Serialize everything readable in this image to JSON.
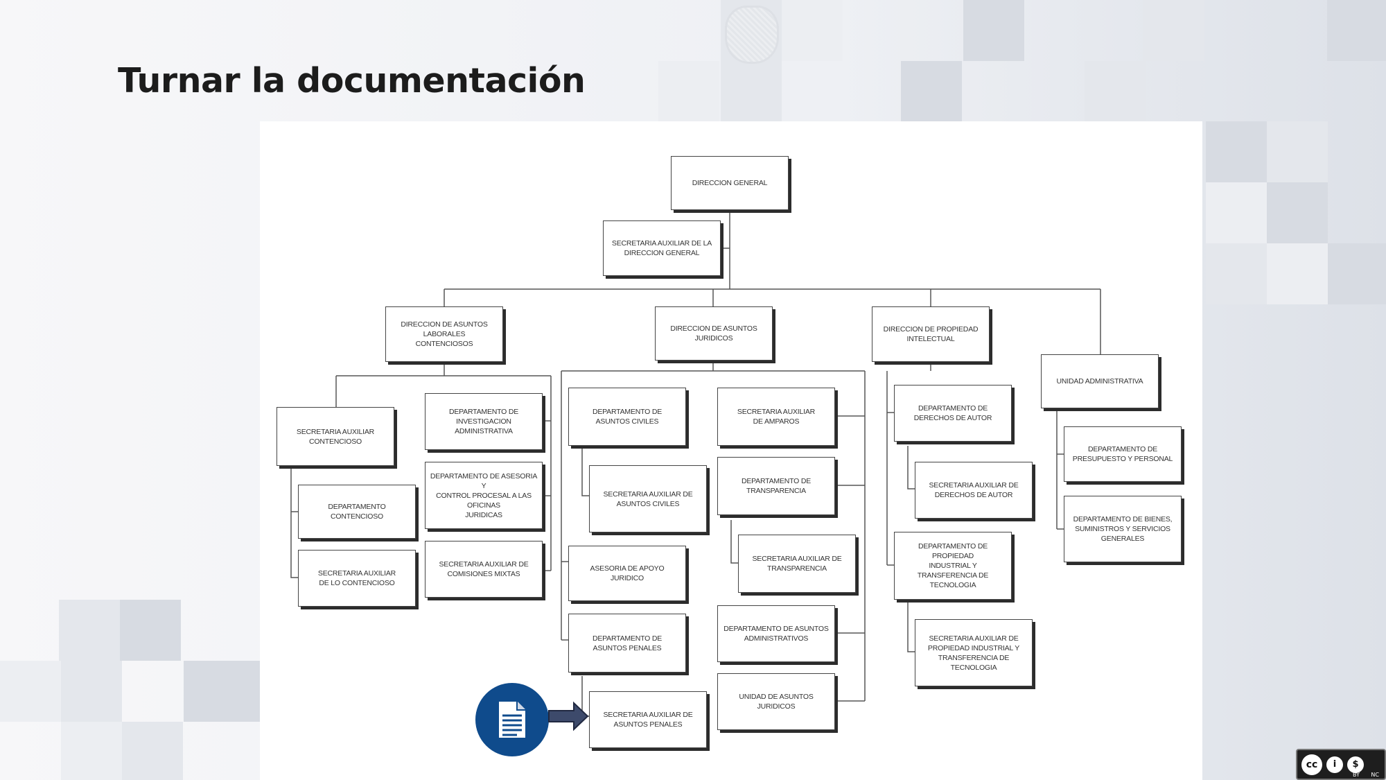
{
  "slide": {
    "title": "Turnar la documentación"
  },
  "org_chart": {
    "direccion_general": "DIRECCION GENERAL",
    "secretaria_auxiliar_direccion": "SECRETARIA AUXILIAR DE LA\nDIRECCION GENERAL",
    "dir_laborales": "DIRECCION DE ASUNTOS LABORALES\nCONTENCIOSOS",
    "dir_juridicos": "DIRECCION DE ASUNTOS JURIDICOS",
    "dir_propiedad": "DIRECCION DE PROPIEDAD\nINTELECTUAL",
    "unidad_administrativa": "UNIDAD ADMINISTRATIVA",
    "sec_aux_contencioso": "SECRETARIA AUXILIAR\nCONTENCIOSO",
    "depto_contencioso": "DEPARTAMENTO CONTENCIOSO",
    "sec_aux_lo_contencioso": "SECRETARIA AUXILIAR\nDE LO  CONTENCIOSO",
    "depto_investigacion": "DEPARTAMENTO DE INVESTIGACION\nADMINISTRATIVA",
    "depto_asesoria_control": "DEPARTAMENTO  DE ASESORIA Y\nCONTROL PROCESAL A LAS OFICINAS\nJURIDICAS",
    "sec_aux_comisiones": "SECRETARIA AUXILIAR DE\nCOMISIONES MIXTAS",
    "depto_asuntos_civiles": "DEPARTAMENTO  DE\nASUNTOS CIVILES",
    "sec_aux_asuntos_civiles": "SECRETARIA AUXILIAR  DE\nASUNTOS CIVILES",
    "asesoria_apoyo": "ASESORIA DE APOYO JURIDICO",
    "depto_asuntos_penales": "DEPARTAMENTO DE\nASUNTOS PENALES",
    "sec_aux_asuntos_penales": "SECRETARIA AUXILIAR DE\nASUNTOS PENALES",
    "sec_aux_amparos": "SECRETARIA AUXILIAR\nDE AMPAROS",
    "depto_transparencia": "DEPARTAMENTO DE\nTRANSPARENCIA",
    "sec_aux_transparencia": "SECRETARIA AUXILIAR DE\nTRANSPARENCIA",
    "depto_asuntos_administrativos": "DEPARTAMENTO DE ASUNTOS\nADMINISTRATIVOS",
    "unidad_asuntos_juridicos": "UNIDAD DE ASUNTOS JURIDICOS",
    "depto_derechos_autor": "DEPARTAMENTO DE\nDERECHOS DE AUTOR",
    "sec_aux_derechos_autor": "SECRETARIA AUXILIAR DE\nDERECHOS DE AUTOR",
    "depto_propiedad_industrial": "DEPARTAMENTO DE PROPIEDAD\nINDUSTRIAL Y TRANSFERENCIA DE\nTECNOLOGIA",
    "sec_aux_propiedad_industrial": "SECRETARIA AUXILIAR DE\nPROPIEDAD INDUSTRIAL Y\nTRANSFERENCIA DE TECNOLOGIA",
    "depto_presupuesto": "DEPARTAMENTO DE\nPRESUPUESTO Y PERSONAL",
    "depto_bienes": "DEPARTAMENTO DE BIENES,\nSUMINISTROS Y SERVICIOS\nGENERALES"
  },
  "badge": {
    "icon": "document-icon",
    "color": "#0f4b8c",
    "arrow_color": "#3d4a6b"
  },
  "license": {
    "cc": "cc",
    "labels": "BY NC"
  }
}
